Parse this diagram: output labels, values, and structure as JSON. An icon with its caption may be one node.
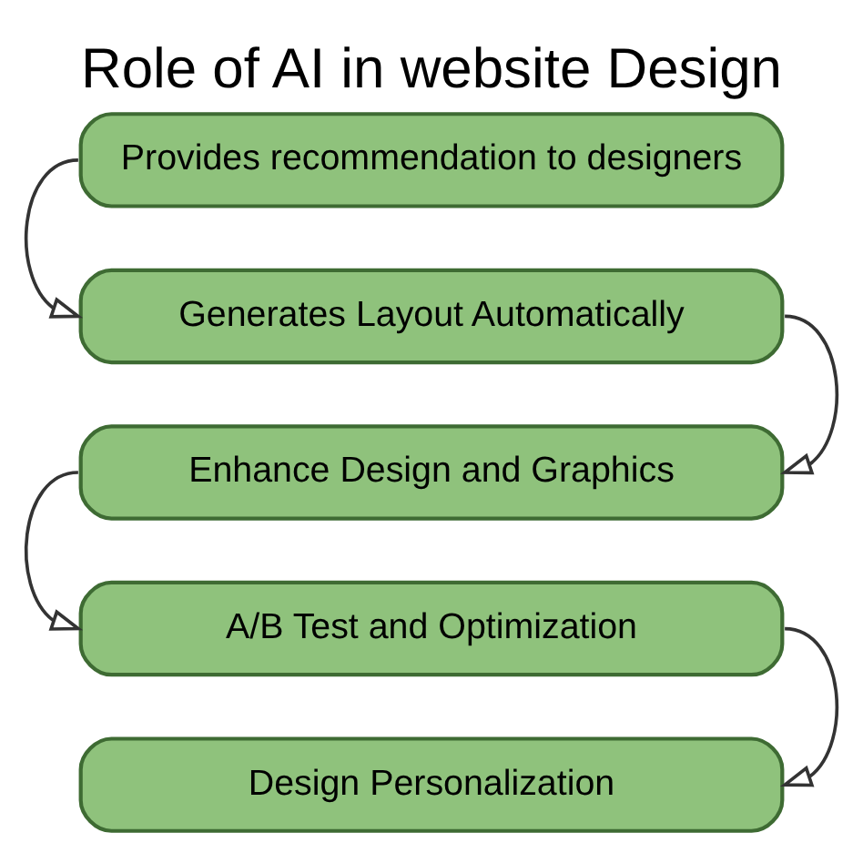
{
  "diagram": {
    "title": "Role of AI in website Design",
    "nodes": [
      {
        "text": [
          "Provides recommendation to designers"
        ]
      },
      {
        "text": [
          "Generates Layout Automatically"
        ]
      },
      {
        "text": [
          "Enhance Design and Graphics"
        ]
      },
      {
        "text": [
          "A/B Test and Optimization"
        ]
      },
      {
        "text": [
          "Design Personalization"
        ]
      }
    ],
    "edges": [
      {
        "from": 0,
        "to": 1,
        "arrow": "to"
      },
      {
        "from": 1,
        "to": 2,
        "arrow": "to"
      },
      {
        "from": 2,
        "to": 3,
        "arrow": "to"
      },
      {
        "from": 3,
        "to": 4,
        "arrow": "to"
      }
    ]
  }
}
